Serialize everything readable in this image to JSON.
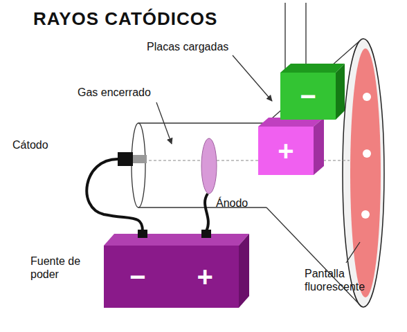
{
  "diagram": {
    "title": "RAYOS CATÓDICOS",
    "nodes": [
      {
        "text": [
          "−"
        ]
      },
      {
        "text": [
          "+"
        ]
      },
      {
        "text": [
          "−",
          "+"
        ]
      }
    ],
    "labels": [
      "Placas cargadas",
      "Gas encerrado",
      "Cátodo",
      "Ánodo",
      "Fuente de poder",
      "Pantalla fluorescente"
    ]
  }
}
